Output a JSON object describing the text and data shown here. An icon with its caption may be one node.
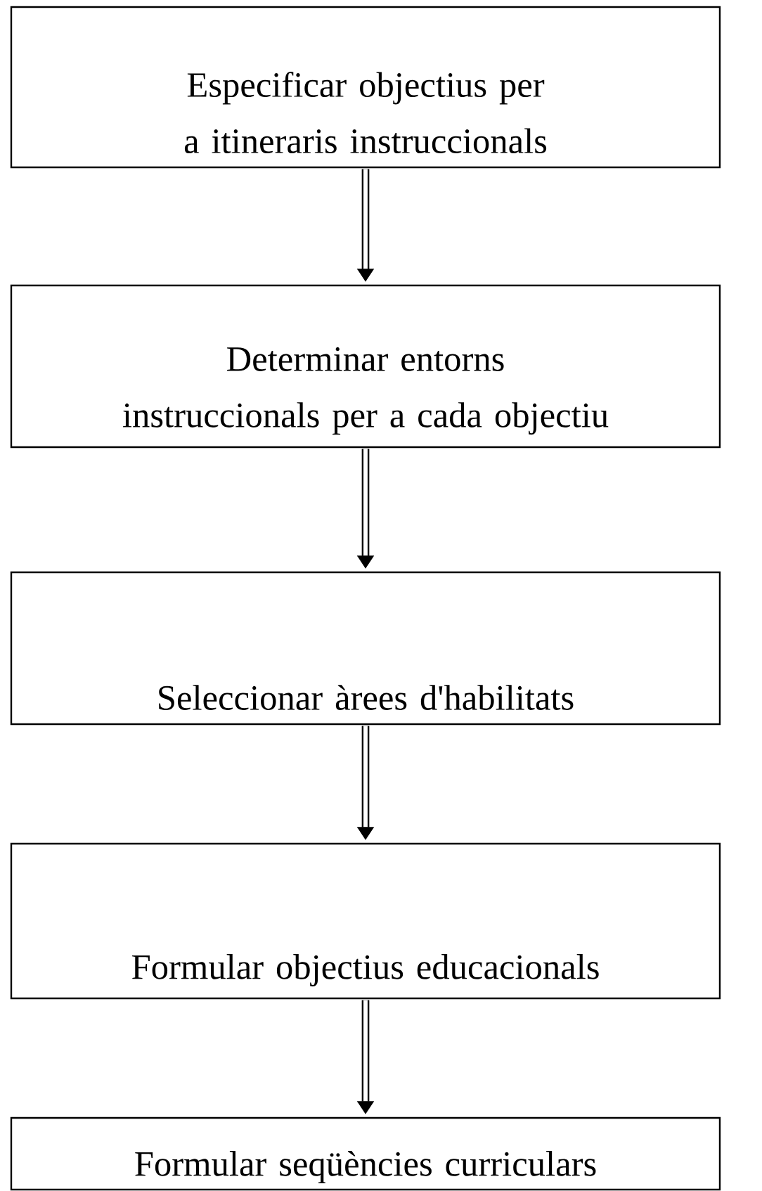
{
  "diagram": {
    "nodes": [
      {
        "text": [
          "Especificar objectius per a itineraris instruccionals"
        ]
      },
      {
        "text": [
          "Determinar entorns instruccionals per a cada objectiu"
        ]
      },
      {
        "text": [
          "Seleccionar àrees d'habilitats"
        ]
      },
      {
        "text": [
          "Formular objectius educacionals"
        ]
      },
      {
        "text": [
          "Formular seqüències curriculars"
        ]
      }
    ],
    "edges": [
      {
        "from": 0,
        "to": 1,
        "arrow": "to"
      },
      {
        "from": 1,
        "to": 2,
        "arrow": "to"
      },
      {
        "from": 2,
        "to": 3,
        "arrow": "to"
      },
      {
        "from": 3,
        "to": 4,
        "arrow": "to"
      }
    ]
  }
}
